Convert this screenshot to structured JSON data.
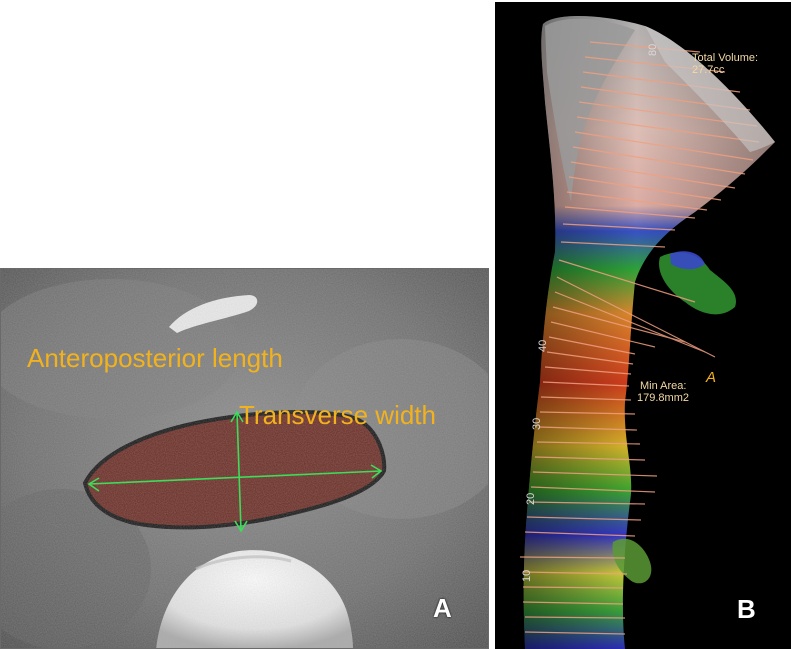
{
  "panel_a": {
    "letter": "A",
    "label_ap": "Anteroposterior length",
    "label_transverse": "Transverse width",
    "colors": {
      "airway": "#6a2a22",
      "arrow": "#3ddc5a",
      "label": "#f2b21d"
    }
  },
  "panel_b": {
    "letter": "B",
    "total_volume_label": "Total Volume:",
    "total_volume_value": "27.7cc",
    "min_area_label": "Min Area:",
    "min_area_value": "179.8mm2",
    "marker": "A",
    "ticks": [
      "80",
      "40",
      "30",
      "20",
      "10"
    ],
    "colors": {
      "text": "#f3d9a4",
      "slice_line": "#f0a080"
    }
  }
}
